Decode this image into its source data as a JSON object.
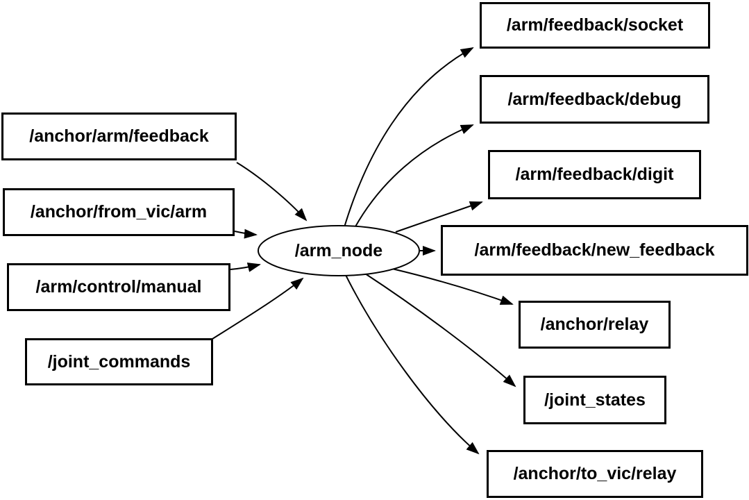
{
  "diagram": {
    "type": "ros-node-graph",
    "colors": {
      "background": "#ffffff",
      "stroke": "#000000",
      "text": "#000000"
    },
    "node": {
      "label": "/arm_node",
      "shape": "ellipse"
    },
    "inputs": [
      {
        "label": "/anchor/arm/feedback"
      },
      {
        "label": "/anchor/from_vic/arm"
      },
      {
        "label": "/arm/control/manual"
      },
      {
        "label": "/joint_commands"
      }
    ],
    "outputs": [
      {
        "label": "/arm/feedback/socket"
      },
      {
        "label": "/arm/feedback/debug"
      },
      {
        "label": "/arm/feedback/digit"
      },
      {
        "label": "/arm/feedback/new_feedback"
      },
      {
        "label": "/anchor/relay"
      },
      {
        "label": "/joint_states"
      },
      {
        "label": "/anchor/to_vic/relay"
      }
    ],
    "edges": [
      {
        "from": "/anchor/arm/feedback",
        "to": "/arm_node"
      },
      {
        "from": "/anchor/from_vic/arm",
        "to": "/arm_node"
      },
      {
        "from": "/arm/control/manual",
        "to": "/arm_node"
      },
      {
        "from": "/joint_commands",
        "to": "/arm_node"
      },
      {
        "from": "/arm_node",
        "to": "/arm/feedback/socket"
      },
      {
        "from": "/arm_node",
        "to": "/arm/feedback/debug"
      },
      {
        "from": "/arm_node",
        "to": "/arm/feedback/digit"
      },
      {
        "from": "/arm_node",
        "to": "/arm/feedback/new_feedback"
      },
      {
        "from": "/arm_node",
        "to": "/anchor/relay"
      },
      {
        "from": "/arm_node",
        "to": "/joint_states"
      },
      {
        "from": "/arm_node",
        "to": "/anchor/to_vic/relay"
      }
    ]
  }
}
